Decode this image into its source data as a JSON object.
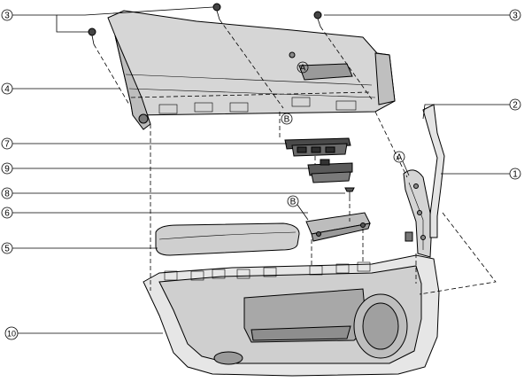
{
  "callouts": {
    "c1": "1",
    "c2": "2",
    "c3a": "3",
    "c3b": "3",
    "c4": "4",
    "c5": "5",
    "c6": "6",
    "c7": "7",
    "c8": "8",
    "c9": "9",
    "c10": "10"
  },
  "letters": {
    "a_upper": "A",
    "a_side": "A",
    "b_upper": "B",
    "b_armrest": "B"
  }
}
